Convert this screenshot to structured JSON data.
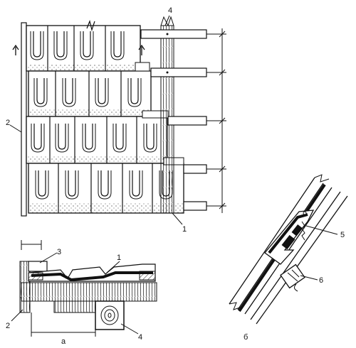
{
  "labels": {
    "l1_main": "1",
    "l2_main": "2",
    "l4_main": "4",
    "l1_a": "1",
    "l2_a": "2",
    "l3_a": "3",
    "l4_a": "4",
    "caption_a": "а",
    "l5_b": "5",
    "l6_b": "6",
    "caption_b": "б"
  }
}
